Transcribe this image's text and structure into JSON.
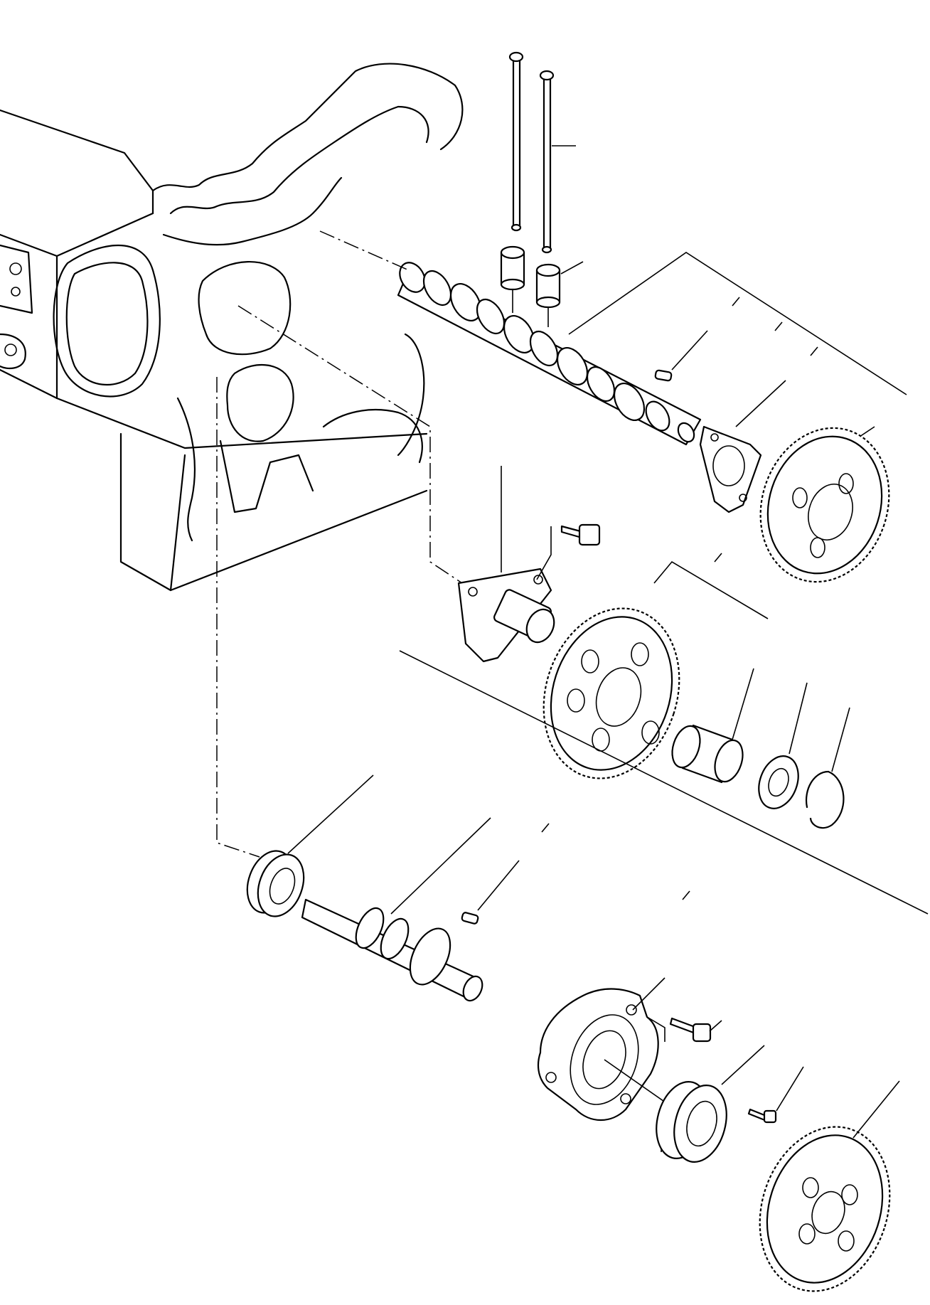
{
  "diagram": {
    "kind": "exploded parts view",
    "parts": [
      {
        "id": "engine-block",
        "icon": "engine-block-icon"
      },
      {
        "id": "push-rods",
        "icon": "push-rod-icon"
      },
      {
        "id": "tappets",
        "icon": "tappet-icon"
      },
      {
        "id": "camshaft",
        "icon": "camshaft-icon"
      },
      {
        "id": "camshaft-key",
        "icon": "key-icon"
      },
      {
        "id": "camshaft-thrust-plate",
        "icon": "thrust-plate-icon"
      },
      {
        "id": "camshaft-gear",
        "icon": "gear-icon"
      },
      {
        "id": "idler-shaft",
        "icon": "shaft-icon"
      },
      {
        "id": "idler-shaft-bolt",
        "icon": "bolt-icon"
      },
      {
        "id": "idler-gear",
        "icon": "gear-icon"
      },
      {
        "id": "idler-bushing",
        "icon": "bushing-icon"
      },
      {
        "id": "thrust-washer",
        "icon": "washer-icon"
      },
      {
        "id": "snap-ring",
        "icon": "snap-ring-icon"
      },
      {
        "id": "front-bearing",
        "icon": "bearing-icon"
      },
      {
        "id": "balancer-shaft",
        "icon": "shaft-icon"
      },
      {
        "id": "shaft-key",
        "icon": "key-icon"
      },
      {
        "id": "bearing-housing",
        "icon": "housing-icon"
      },
      {
        "id": "housing-bolt",
        "icon": "bolt-icon"
      },
      {
        "id": "rear-bearing",
        "icon": "bearing-icon"
      },
      {
        "id": "set-screw",
        "icon": "screw-icon"
      },
      {
        "id": "drive-gear",
        "icon": "gear-icon"
      }
    ]
  }
}
